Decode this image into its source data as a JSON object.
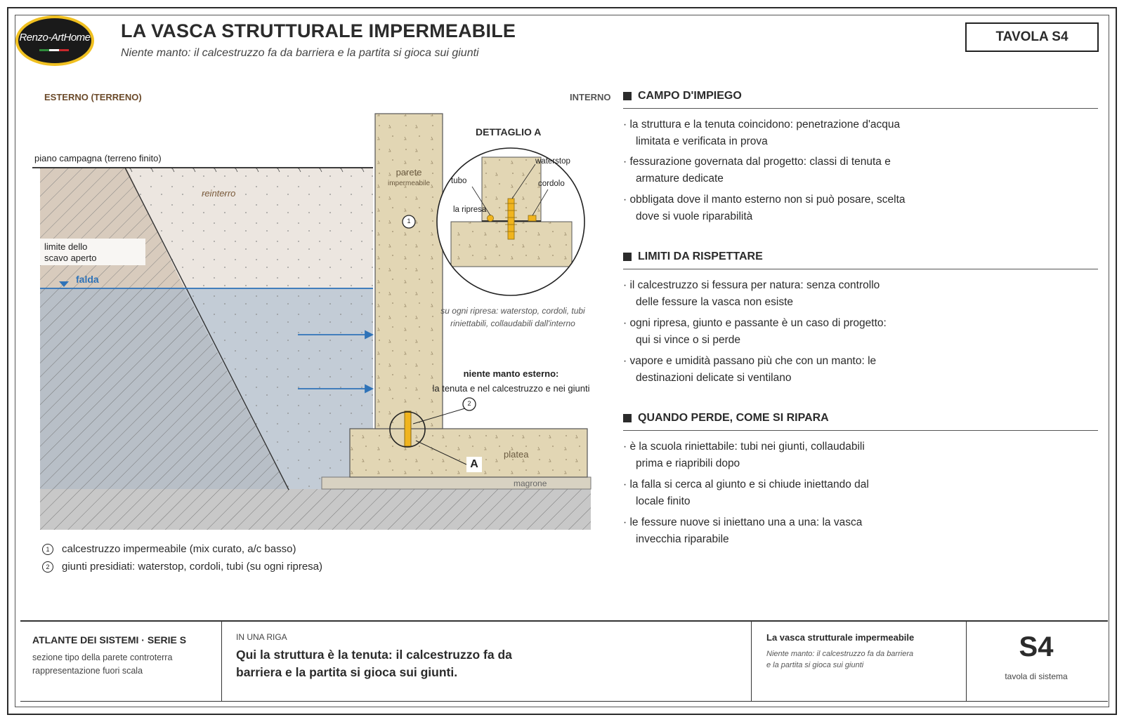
{
  "header": {
    "logo_text": "Renzo-ArtHome",
    "title": "LA VASCA STRUTTURALE IMPERMEABILE",
    "subtitle": "Niente manto: il calcestruzzo fa da barriera e la partita si gioca sui giunti",
    "tavola": "TAVOLA S4"
  },
  "diagram": {
    "label_esterno": "ESTERNO (TERRENO)",
    "label_interno": "INTERNO",
    "piano_campagna": "piano campagna (terreno finito)",
    "reinterro": "reinterro",
    "limite_line1": "limite dello",
    "limite_line2": "scavo aperto",
    "falda": "falda",
    "parete_line1": "parete",
    "parete_line2": "impermeabile",
    "marker1": "1",
    "marker2": "2",
    "platea": "platea",
    "magrone": "magrone",
    "detail_letter": "A",
    "detail_title": "DETTAGLIO A",
    "waterstop": "waterstop",
    "tubo": "tubo",
    "cordolo": "cordolo",
    "la_ripresa": "la ripresa",
    "note_ripresa_1": "su ogni ripresa: waterstop, cordoli, tubi",
    "note_ripresa_2": "riniettabili, collaudabili dall'interno",
    "note_manto_1": "niente manto esterno:",
    "note_manto_2": "la tenuta e nel calcestruzzo e nei giunti"
  },
  "legend": [
    {
      "num": "1",
      "text": "calcestruzzo impermeabile (mix curato, a/c basso)"
    },
    {
      "num": "2",
      "text": "giunti presidiati: waterstop, cordoli, tubi (su ogni ripresa)"
    }
  ],
  "sections": [
    {
      "heading": "CAMPO D'IMPIEGO",
      "items": [
        {
          "l1": "· la struttura e la tenuta coincidono: penetrazione d'acqua",
          "l2": "limitata e verificata in prova"
        },
        {
          "l1": "· fessurazione governata dal progetto: classi di tenuta e",
          "l2": "armature dedicate"
        },
        {
          "l1": "· obbligata dove il manto esterno non si può posare, scelta",
          "l2": "dove si vuole riparabilità"
        }
      ]
    },
    {
      "heading": "LIMITI DA RISPETTARE",
      "items": [
        {
          "l1": "· il calcestruzzo si fessura per natura: senza controllo",
          "l2": "delle fessure la vasca non esiste"
        },
        {
          "l1": "· ogni ripresa, giunto e passante è un caso di progetto:",
          "l2": "qui si vince o si perde"
        },
        {
          "l1": "· vapore e umidità passano più che con un manto: le",
          "l2": "destinazioni delicate si ventilano"
        }
      ]
    },
    {
      "heading": "QUANDO PERDE, COME SI RIPARA",
      "items": [
        {
          "l1": "· è la scuola riniettabile: tubi nei giunti, collaudabili",
          "l2": "prima e riapribili dopo"
        },
        {
          "l1": "· la falla si cerca al giunto e si chiude iniettando dal",
          "l2": "locale finito"
        },
        {
          "l1": "· le fessure nuove si iniettano una a una: la vasca",
          "l2": "invecchia riparabile"
        }
      ]
    }
  ],
  "footer": {
    "series": "ATLANTE DEI SISTEMI · SERIE S",
    "series_note_1": "sezione tipo della parete controterra",
    "series_note_2": "rappresentazione fuori scala",
    "riga_label": "IN UNA RIGA",
    "riga_text_1": "Qui la struttura è la tenuta: il calcestruzzo fa da",
    "riga_text_2": "barriera e la partita si gioca sui giunti.",
    "ref_title": "La vasca strutturale impermeabile",
    "ref_sub_1": "Niente manto: il calcestruzzo fa da barriera",
    "ref_sub_2": "e la partita si gioca sui giunti",
    "code": "S4",
    "code_label": "tavola di sistema"
  },
  "colors": {
    "frame": "#2b2b2b",
    "concrete": "#e2d6b4",
    "water_soil": "#c3ccd6",
    "dry_soil": "#ece6e0",
    "excavation": "#d8cbbd",
    "ground": "#c8c8c8",
    "water_line": "#2f73b8",
    "waterstop": "#f0b41e"
  }
}
